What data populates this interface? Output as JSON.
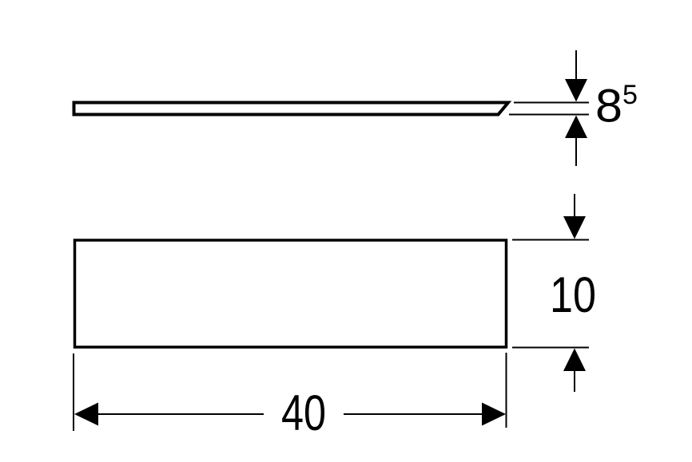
{
  "colors": {
    "background": "#ffffff",
    "line": "#000000",
    "text": "#000000"
  },
  "dimensions": {
    "thickness": {
      "value": "8",
      "superscript": "5"
    },
    "depth": {
      "value": "10"
    },
    "width": {
      "value": "40"
    }
  }
}
